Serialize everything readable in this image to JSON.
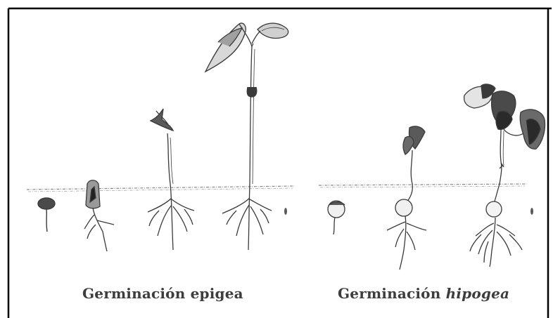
{
  "captions": {
    "epigea_label": "Germinación epigea",
    "hipogea_word": "Germinación",
    "hipogea_type": "hipogea"
  },
  "colors": {
    "border": "#000000",
    "ink": "#3a3a3a",
    "soil": "#8a8a8a"
  },
  "icons": [
    "seed-icon",
    "sprouting-seed-icon",
    "bean-seedling-icon",
    "bean-plant-icon",
    "pea-seed-icon",
    "pea-seedling-icon",
    "pea-plant-icon"
  ]
}
